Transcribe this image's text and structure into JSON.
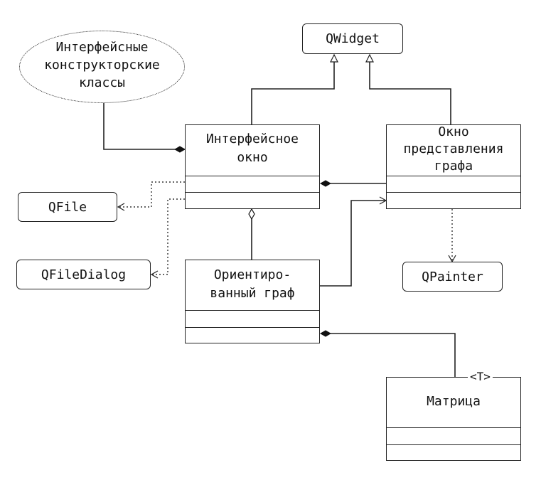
{
  "qwidget": {
    "label": "QWidget"
  },
  "ui_builder": {
    "lines": [
      "Интерфейсные",
      "конструкторские",
      "классы"
    ]
  },
  "interface_window": {
    "lines": [
      "Интерфейсное",
      "окно"
    ]
  },
  "graph_view_window": {
    "lines": [
      "Окно",
      "представления",
      "графа"
    ]
  },
  "qfile": {
    "label": "QFile"
  },
  "qfiledialog": {
    "label": "QFileDialog"
  },
  "oriented_graph": {
    "lines": [
      "Ориентиро-",
      "ванный граф"
    ]
  },
  "qpainter": {
    "label": "QPainter"
  },
  "matrix": {
    "label": "Матрица",
    "template_param": "<T>"
  }
}
